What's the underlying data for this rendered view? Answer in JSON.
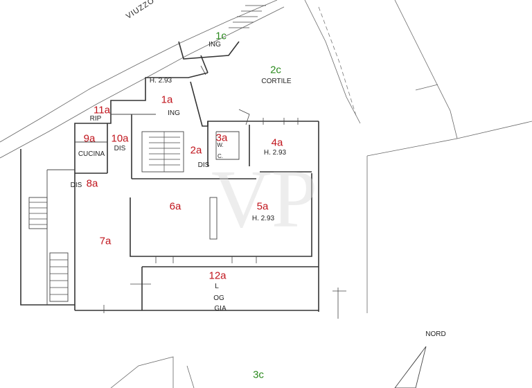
{
  "plan": {
    "street": "VIUZZO DI",
    "watermark": "VP",
    "north_label": "NORD",
    "colors": {
      "interior": "#c0141c",
      "exterior": "#2b8a1e",
      "line": "#333333"
    },
    "rooms": {
      "r1c": {
        "id": "1c",
        "name": "ING"
      },
      "r2c": {
        "id": "2c",
        "name": "CORTILE"
      },
      "r1a": {
        "id": "1a",
        "name": "ING",
        "height": "H. 2.93"
      },
      "r11a": {
        "id": "11a",
        "name": "RIP"
      },
      "r9a": {
        "id": "9a",
        "name": "CUCINA"
      },
      "r10a": {
        "id": "10a",
        "name": "DIS"
      },
      "r3a": {
        "id": "3a",
        "name_top": "W.",
        "name_bottom": "C."
      },
      "r4a": {
        "id": "4a",
        "height": "H. 2.93"
      },
      "r2a": {
        "id": "2a",
        "name": "DIS"
      },
      "r8a": {
        "id": "8a",
        "name": "DIS"
      },
      "r6a": {
        "id": "6a"
      },
      "r5a": {
        "id": "5a",
        "height": "H. 2.93"
      },
      "r7a": {
        "id": "7a"
      },
      "r12a": {
        "id": "12a",
        "name_l1": "L",
        "name_l2": "OG",
        "name_l3": "GIA"
      },
      "r3c": {
        "id": "3c"
      }
    }
  }
}
